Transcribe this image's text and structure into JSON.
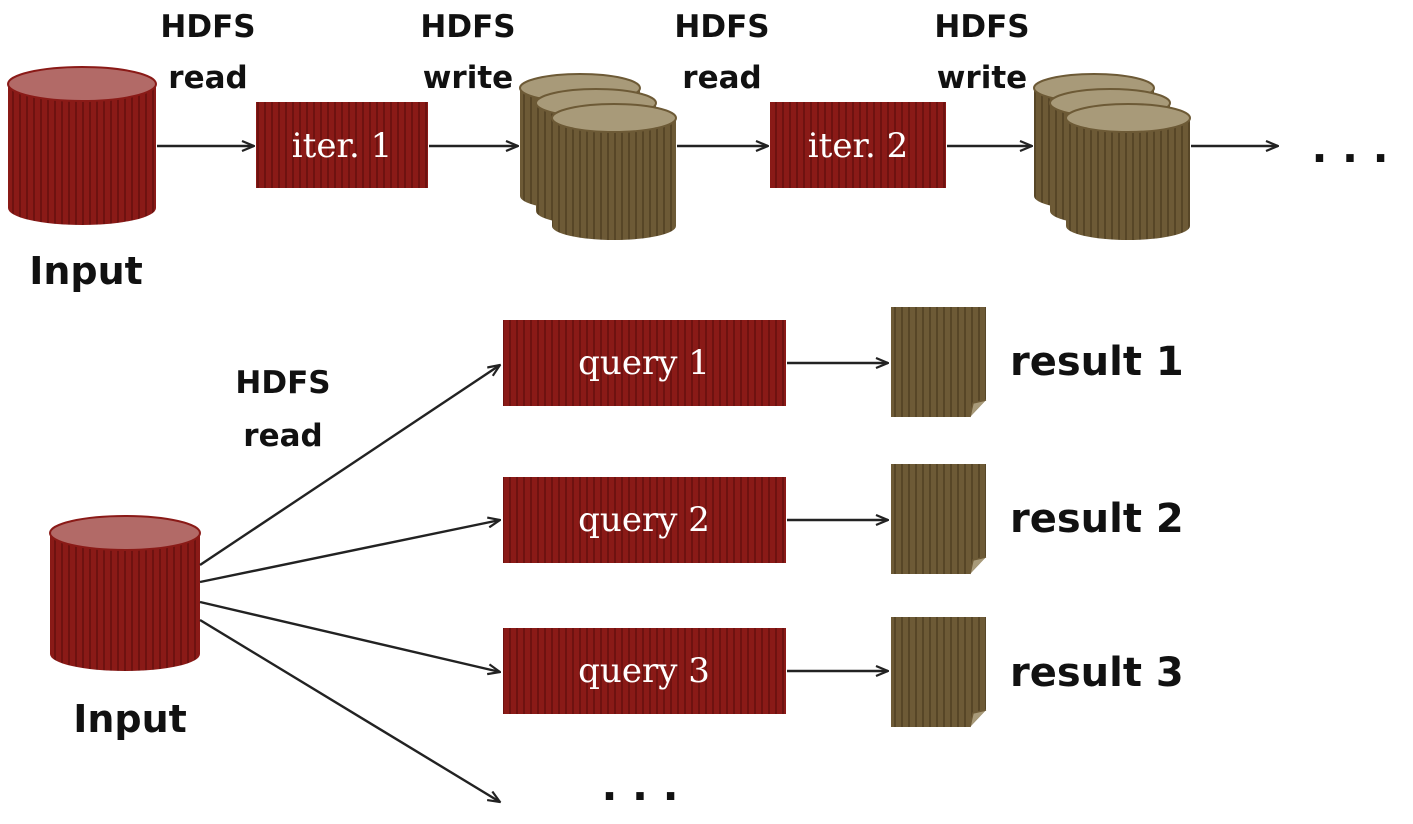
{
  "colors": {
    "red_fill": "#8a1a17",
    "red_top": "#b26a67",
    "olive_fill": "#6d5a36",
    "olive_top": "#a89a79",
    "arrow": "#222222"
  },
  "iterative": {
    "input_label": "Input",
    "steps": [
      {
        "line1": "HDFS",
        "line2": "read"
      },
      {
        "line1": "HDFS",
        "line2": "write"
      },
      {
        "line1": "HDFS",
        "line2": "read"
      },
      {
        "line1": "HDFS",
        "line2": "write"
      }
    ],
    "iterations": [
      "iter. 1",
      "iter. 2"
    ],
    "continuation": ". . ."
  },
  "interactive": {
    "input_label": "Input",
    "read_label": {
      "line1": "HDFS",
      "line2": "read"
    },
    "queries": [
      "query 1",
      "query 2",
      "query 3"
    ],
    "results": [
      "result 1",
      "result 2",
      "result 3"
    ],
    "continuation": ". . ."
  }
}
